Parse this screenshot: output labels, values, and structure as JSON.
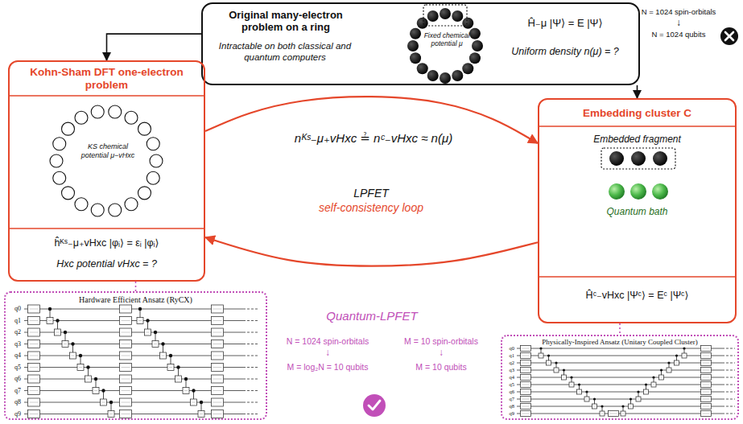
{
  "diagram": {
    "nodes": [
      {
        "text": [
          "Original many-electron problem on a ring",
          "Intractable on both classical and quantum computers",
          "Fixed chemical potential μ",
          "Ĥ₋μ |Ψ⟩ = E |Ψ⟩",
          "Uniform density n(μ) = ?"
        ]
      },
      {
        "text": [
          "Kohn-Sham DFT one-electron problem",
          "KS chemical potential μ−vHxc",
          "ĥᴷˢ₋μ₊vHxc |φᵢ⟩ = εᵢ |φᵢ⟩",
          "Hxc potential vHxc = ?"
        ]
      },
      {
        "text": [
          "Embedding cluster C",
          "Embedded fragment",
          "Quantum bath",
          "Ĥᶜ₋vHxc |Ψᶜ⟩ = Eᶜ |Ψᶜ⟩"
        ]
      },
      {
        "text": [
          "Hardware Efficient Ansatz (RyCX)"
        ]
      },
      {
        "text": [
          "Physically-Inspired Ansatz (Unitary Coupled Cluster)"
        ]
      }
    ],
    "edges": [
      {
        "from": 0,
        "to": 1,
        "arrow": "to"
      },
      {
        "from": 0,
        "to": 2,
        "arrow": "to"
      },
      {
        "from": 1,
        "to": 2,
        "arrow": "to"
      },
      {
        "from": 2,
        "to": 1,
        "arrow": "to"
      },
      {
        "from": 1,
        "to": 3,
        "arrow": "none"
      },
      {
        "from": 2,
        "to": 4,
        "arrow": "none"
      }
    ],
    "labels": [
      "N = 1024 spin-orbitals",
      "↓",
      "N = 1024 qubits",
      "nᴷˢ₋μ₊vHxc ≟ nᶜ₋vHxc ≈ n(μ)",
      "LPFET",
      "self-consistency loop",
      "Quantum-LPFET",
      "N = 1024 spin-orbitals",
      "↓",
      "M = log₂N = 10 qubits",
      "M = 10 spin-orbitals",
      "↓",
      "M = 10 qubits",
      "q0",
      "q1",
      "q2",
      "q3",
      "q4",
      "q5",
      "q6",
      "q7",
      "q8",
      "q9",
      "q0",
      "q1",
      "q2",
      "q3",
      "q4",
      "q5",
      "q6",
      "q7",
      "q8",
      "q9"
    ]
  }
}
